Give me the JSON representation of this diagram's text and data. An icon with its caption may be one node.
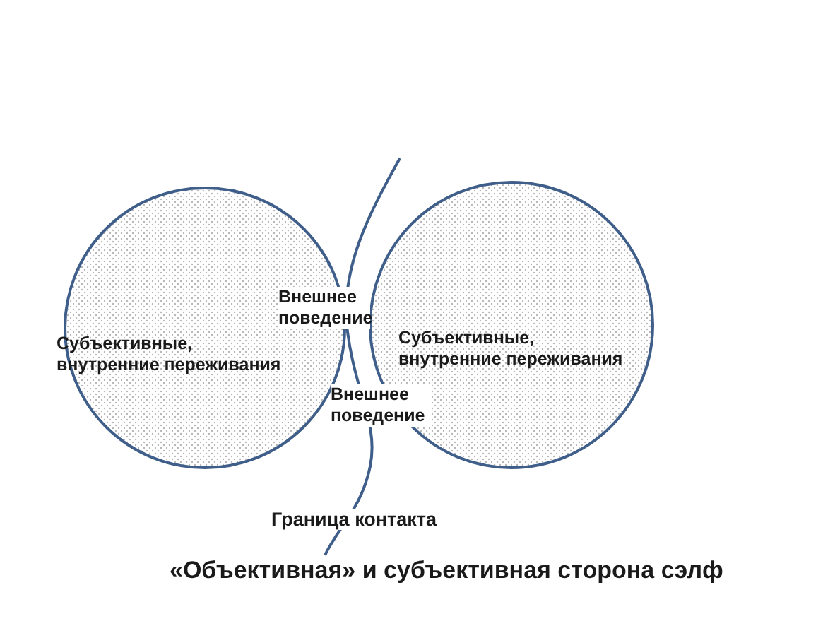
{
  "diagram": {
    "caption": "«Объективная» и субъективная сторона сэлф",
    "nodes": [
      {
        "text": [
          "Субъективные, внутренние переживания"
        ]
      },
      {
        "text": [
          "Субъективные, внутренние переживания"
        ]
      }
    ],
    "labels": [
      "Внешнее поведение",
      "Внешнее поведение",
      "Граница контакта"
    ]
  }
}
